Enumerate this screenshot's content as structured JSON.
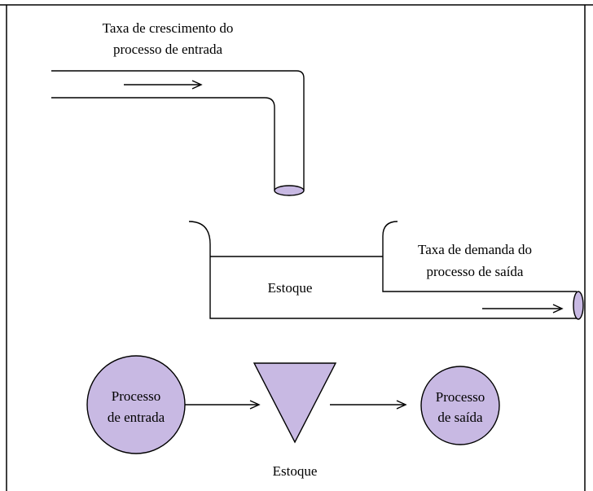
{
  "pipe_label": {
    "line1": "Taxa de crescimento do",
    "line2": "processo de entrada"
  },
  "tank_label": "Estoque",
  "demand_label": {
    "line1": "Taxa de demanda do",
    "line2": "processo de saída"
  },
  "flow": {
    "input": {
      "line1": "Processo",
      "line2": "de entrada"
    },
    "stock": "Estoque",
    "output": {
      "line1": "Processo",
      "line2": "de saída"
    }
  },
  "colors": {
    "fill": "#c8b9e3",
    "stroke": "#000000",
    "background": "#ffffff"
  }
}
